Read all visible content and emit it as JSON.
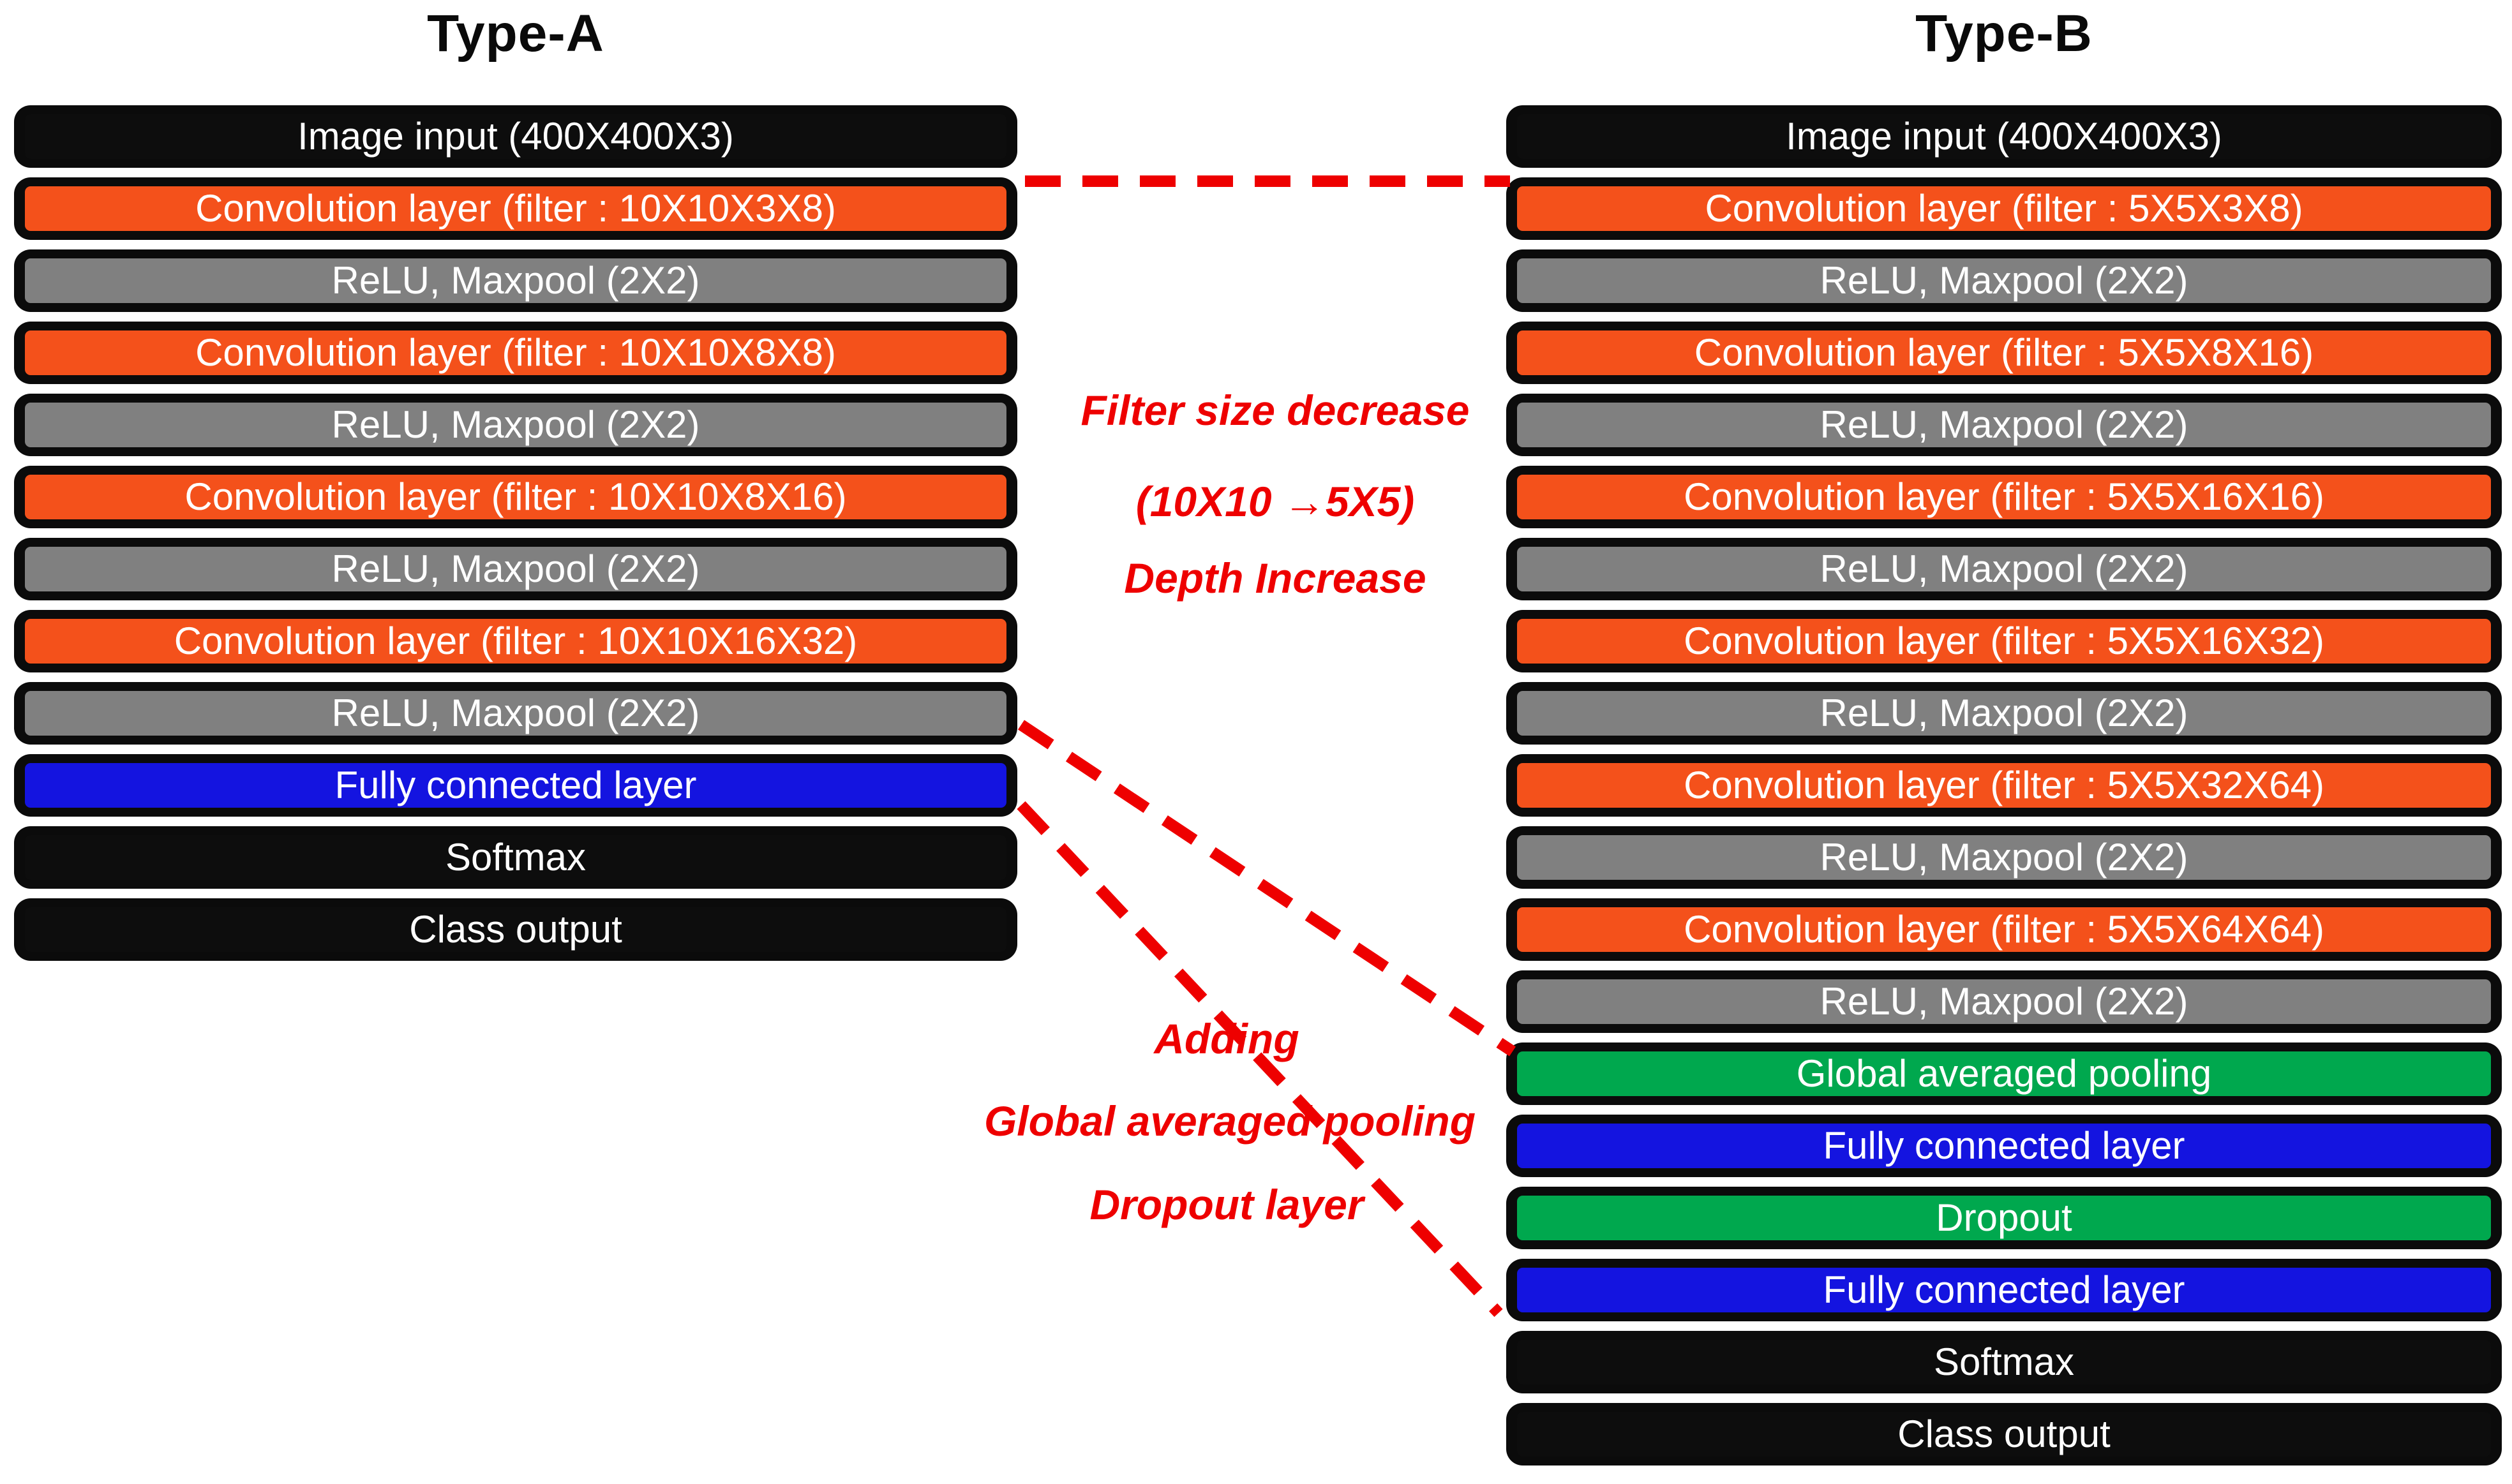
{
  "diagram": {
    "colors": {
      "input": "#0d0d0d",
      "conv": "#f4511b",
      "pool": "#808080",
      "fc": "#1414e0",
      "gap": "#00a84e",
      "dropout": "#00a84e",
      "plain": "#0d0d0d",
      "connector_red": "#ee0000",
      "title_black": "#0a0a0a",
      "label_white": "#ffffff"
    },
    "left_column": {
      "title": "Type-A",
      "layers": [
        {
          "label": "Image input (400X400X3)",
          "type": "input"
        },
        {
          "label": "Convolution layer (filter : 10X10X3X8)",
          "type": "conv"
        },
        {
          "label": "ReLU, Maxpool (2X2)",
          "type": "pool"
        },
        {
          "label": "Convolution layer (filter : 10X10X8X8)",
          "type": "conv"
        },
        {
          "label": "ReLU, Maxpool (2X2)",
          "type": "pool"
        },
        {
          "label": "Convolution layer (filter : 10X10X8X16)",
          "type": "conv"
        },
        {
          "label": "ReLU, Maxpool (2X2)",
          "type": "pool"
        },
        {
          "label": "Convolution layer (filter : 10X10X16X32)",
          "type": "conv"
        },
        {
          "label": "ReLU, Maxpool (2X2)",
          "type": "pool"
        },
        {
          "label": "Fully connected layer",
          "type": "fc"
        },
        {
          "label": "Softmax",
          "type": "plain"
        },
        {
          "label": "Class output",
          "type": "plain"
        }
      ]
    },
    "right_column": {
      "title": "Type-B",
      "layers": [
        {
          "label": "Image input (400X400X3)",
          "type": "input"
        },
        {
          "label": "Convolution layer (filter : 5X5X3X8)",
          "type": "conv"
        },
        {
          "label": "ReLU, Maxpool (2X2)",
          "type": "pool"
        },
        {
          "label": "Convolution layer (filter : 5X5X8X16)",
          "type": "conv"
        },
        {
          "label": "ReLU, Maxpool (2X2)",
          "type": "pool"
        },
        {
          "label": "Convolution layer (filter : 5X5X16X16)",
          "type": "conv"
        },
        {
          "label": "ReLU, Maxpool (2X2)",
          "type": "pool"
        },
        {
          "label": "Convolution layer (filter : 5X5X16X32)",
          "type": "conv"
        },
        {
          "label": "ReLU, Maxpool (2X2)",
          "type": "pool"
        },
        {
          "label": "Convolution layer (filter : 5X5X32X64)",
          "type": "conv"
        },
        {
          "label": "ReLU, Maxpool (2X2)",
          "type": "pool"
        },
        {
          "label": "Convolution layer (filter : 5X5X64X64)",
          "type": "conv"
        },
        {
          "label": "ReLU, Maxpool (2X2)",
          "type": "pool"
        },
        {
          "label": "Global averaged pooling",
          "type": "gap"
        },
        {
          "label": "Fully connected layer",
          "type": "fc"
        },
        {
          "label": "Dropout",
          "type": "dropout"
        },
        {
          "label": "Fully connected layer",
          "type": "fc"
        },
        {
          "label": "Softmax",
          "type": "plain"
        },
        {
          "label": "Class output",
          "type": "plain"
        }
      ]
    },
    "annotations": {
      "filter_note_line1": "Filter size decrease",
      "filter_note_line2": "(10X10 →5X5)",
      "filter_note_line3": "Depth Increase",
      "adding_note_line1": "Adding",
      "adding_note_line2": "Global averaged pooling",
      "adding_note_line3": "Dropout layer"
    }
  }
}
